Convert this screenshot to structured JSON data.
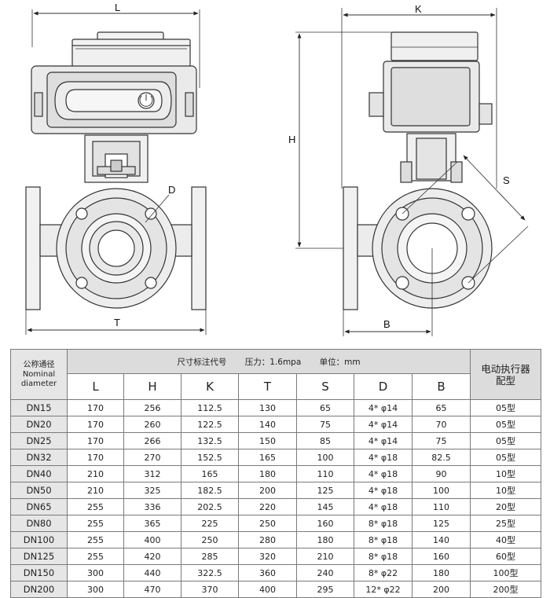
{
  "drawing": {
    "front_view": {
      "dim_L": "L",
      "dim_T": "T",
      "dim_D": "D"
    },
    "side_view": {
      "dim_K": "K",
      "dim_H": "H",
      "dim_S": "S",
      "dim_B": "B"
    }
  },
  "table": {
    "nominal_caption": [
      "公称通径",
      "Nominal",
      "diameter"
    ],
    "group_note": {
      "label": "尺寸标注代号",
      "pressure": "压力：1.6mpa",
      "unit": "单位：mm"
    },
    "actuator_caption": [
      "电动执行器",
      "配型"
    ],
    "columns": [
      "L",
      "H",
      "K",
      "T",
      "S",
      "D",
      "B"
    ],
    "rows": [
      [
        "DN15",
        "170",
        "256",
        "112.5",
        "130",
        "65",
        "4* φ14",
        "65",
        "05型"
      ],
      [
        "DN20",
        "170",
        "260",
        "122.5",
        "140",
        "75",
        "4* φ14",
        "70",
        "05型"
      ],
      [
        "DN25",
        "170",
        "266",
        "132.5",
        "150",
        "85",
        "4* φ14",
        "75",
        "05型"
      ],
      [
        "DN32",
        "170",
        "270",
        "152.5",
        "165",
        "100",
        "4* φ18",
        "82.5",
        "05型"
      ],
      [
        "DN40",
        "210",
        "312",
        "165",
        "180",
        "110",
        "4* φ18",
        "90",
        "10型"
      ],
      [
        "DN50",
        "210",
        "325",
        "182.5",
        "200",
        "125",
        "4* φ18",
        "100",
        "10型"
      ],
      [
        "DN65",
        "255",
        "336",
        "202.5",
        "220",
        "145",
        "4* φ18",
        "110",
        "20型"
      ],
      [
        "DN80",
        "255",
        "365",
        "225",
        "250",
        "160",
        "8* φ18",
        "125",
        "25型"
      ],
      [
        "DN100",
        "255",
        "400",
        "250",
        "280",
        "180",
        "8* φ18",
        "140",
        "40型"
      ],
      [
        "DN125",
        "255",
        "420",
        "285",
        "320",
        "210",
        "8* φ18",
        "160",
        "60型"
      ],
      [
        "DN150",
        "300",
        "440",
        "322.5",
        "360",
        "240",
        "8* φ22",
        "180",
        "100型"
      ],
      [
        "DN200",
        "300",
        "470",
        "370",
        "400",
        "295",
        "12* φ22",
        "200",
        "200型"
      ]
    ]
  }
}
